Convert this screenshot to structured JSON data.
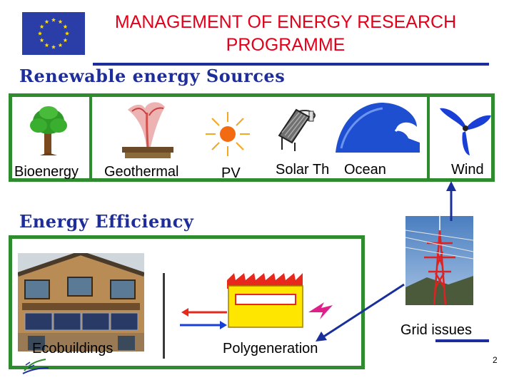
{
  "title": "MANAGEMENT OF ENERGY RESEARCH PROGRAMME",
  "renewable": {
    "heading": "Renewable energy Sources",
    "sources": {
      "bioenergy": "Bioenergy",
      "geothermal": "Geothermal",
      "pv": "PV",
      "solar_thermal": "Solar Th",
      "ocean": "Ocean",
      "wind": "Wind"
    }
  },
  "efficiency": {
    "heading": "Energy Efficiency",
    "ecobuildings": "Ecobuildings",
    "polygeneration": "Polygeneration",
    "grid_issues": "Grid issues"
  },
  "page_number": "2",
  "colors": {
    "title_red": "#e2001a",
    "heading_blue": "#1e2d9c",
    "frame_green": "#2e8b2e",
    "eu_blue": "#2b3ea8",
    "eu_gold": "#ffdd00",
    "factory_red": "#e8281c",
    "factory_yellow": "#ffe600",
    "lightning_magenta": "#e0208a"
  },
  "icons": [
    "eu-flag-icon",
    "tree-icon",
    "geyser-icon",
    "sun-icon",
    "solar-collector-icon",
    "wave-icon",
    "wind-turbine-icon",
    "factory-icon",
    "lightning-icon",
    "arrow-icon"
  ]
}
